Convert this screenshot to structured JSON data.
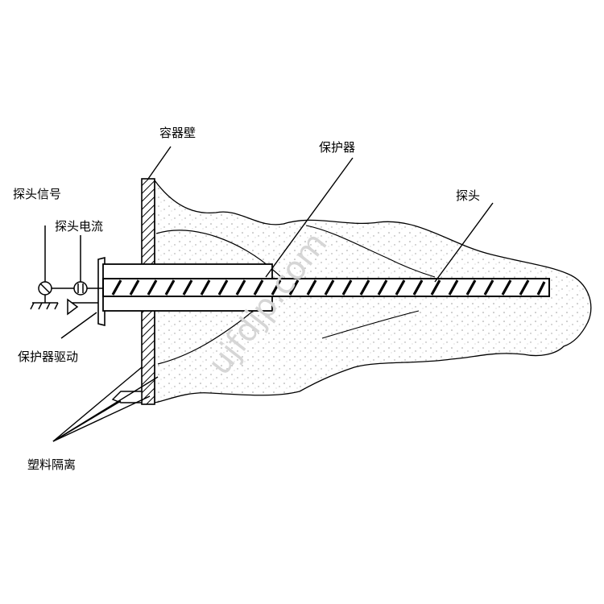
{
  "labels": {
    "container_wall": "容器壁",
    "protector": "保护器",
    "probe": "探头",
    "probe_signal": "探头信号",
    "probe_current": "探头电流",
    "protector_drive": "保护器驱动",
    "plastic_isolation": "塑料隔离"
  },
  "watermark": "ujfdjp.com",
  "colors": {
    "line": "#000000",
    "stipple": "#9a9a9a",
    "background": "#ffffff"
  }
}
